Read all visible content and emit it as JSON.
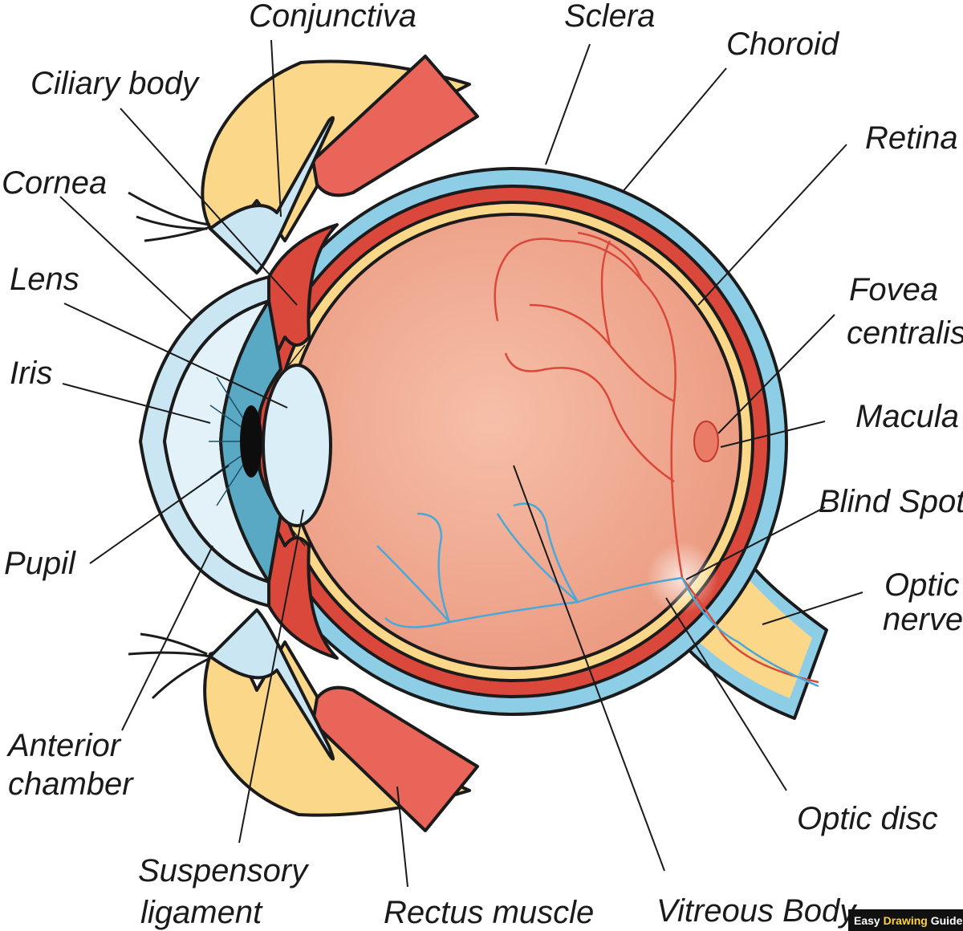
{
  "labels": {
    "conjunctiva": "Conjunctiva",
    "sclera": "Sclera",
    "choroid": "Choroid",
    "ciliary_body": "Ciliary body",
    "retina": "Retina",
    "cornea": "Cornea",
    "lens": "Lens",
    "fovea_1": "Fovea",
    "fovea_2": "centralis",
    "iris": "Iris",
    "macula": "Macula",
    "blind_spot": "Blind Spot",
    "pupil": "Pupil",
    "optic_nerve_1": "Optic",
    "optic_nerve_2": "nerve",
    "anterior_1": "Anterior",
    "anterior_2": "chamber",
    "optic_disc": "Optic  disc",
    "suspensory_1": "Suspensory",
    "suspensory_2": "ligament",
    "rectus": "Rectus muscle",
    "vitreous": "Vitreous Body"
  },
  "watermark": {
    "part1": "Easy ",
    "part2": "Drawing",
    "part3": " Guides"
  },
  "colors": {
    "sclera": "#8dcde6",
    "choroid": "#d9483a",
    "retina": "#fbd889",
    "vitreous": "#f1a48c",
    "cornea": "#c9e6f2",
    "iris": "#59a8c4",
    "lens": "#d9eef6",
    "muscle": "#e9655a",
    "eyelid": "#fbd889",
    "vessel_red": "#d9483a",
    "vessel_blue": "#4aa8d8"
  }
}
